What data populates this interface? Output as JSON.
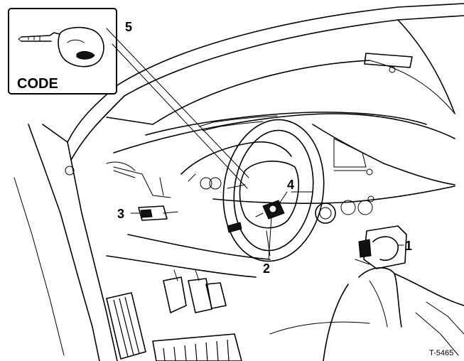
{
  "inset": {
    "caption": "CODE"
  },
  "callouts": [
    {
      "id": "1",
      "text": "1"
    },
    {
      "id": "2",
      "text": "2"
    },
    {
      "id": "3",
      "text": "3"
    },
    {
      "id": "4",
      "text": "4"
    },
    {
      "id": "5",
      "text": "5"
    }
  ],
  "reference": "T-5465"
}
